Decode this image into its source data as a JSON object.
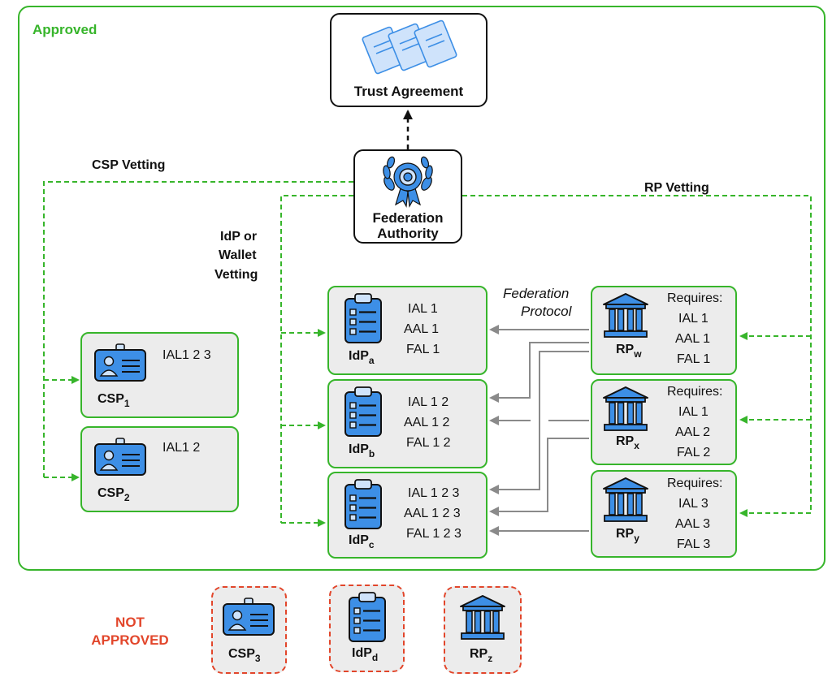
{
  "frame": {
    "approved_label": "Approved",
    "not_approved_label": "NOT APPROVED"
  },
  "trust": {
    "title": "Trust Agreement"
  },
  "federation": {
    "title_line1": "Federation",
    "title_line2": "Authority"
  },
  "vetting": {
    "csp": "CSP Vetting",
    "rp": "RP Vetting",
    "idp_line1": "IdP or",
    "idp_line2": "Wallet",
    "idp_line3": "Vetting"
  },
  "protocol": {
    "line1": "Federation",
    "line2": "Protocol"
  },
  "csps": [
    {
      "base": "CSP",
      "sub": "1",
      "levels": "IAL1 2 3"
    },
    {
      "base": "CSP",
      "sub": "2",
      "levels": "IAL1 2"
    }
  ],
  "idps": [
    {
      "base": "IdP",
      "sub": "a",
      "ial": "IAL 1",
      "aal": "AAL 1",
      "fal": "FAL 1"
    },
    {
      "base": "IdP",
      "sub": "b",
      "ial": "IAL 1 2",
      "aal": "AAL 1 2",
      "fal": "FAL 1 2"
    },
    {
      "base": "IdP",
      "sub": "c",
      "ial": "IAL 1 2 3",
      "aal": "AAL 1 2 3",
      "fal": "FAL 1 2 3"
    }
  ],
  "rps": [
    {
      "base": "RP",
      "sub": "w",
      "requires": "Requires:",
      "ial": "IAL 1",
      "aal": "AAL 1",
      "fal": "FAL 1"
    },
    {
      "base": "RP",
      "sub": "x",
      "requires": "Requires:",
      "ial": "IAL 1",
      "aal": "AAL 2",
      "fal": "FAL 2"
    },
    {
      "base": "RP",
      "sub": "y",
      "requires": "Requires:",
      "ial": "IAL 3",
      "aal": "AAL 3",
      "fal": "FAL 3"
    }
  ],
  "not_approved": [
    {
      "base": "CSP",
      "sub": "3"
    },
    {
      "base": "IdP",
      "sub": "d"
    },
    {
      "base": "RP",
      "sub": "z"
    }
  ],
  "colors": {
    "approved": "#37b52b",
    "not_approved": "#e2462b",
    "icon": "#3d8fe6",
    "protocol_line": "#8a8a8a"
  },
  "icons": {
    "trust": "document-stack-icon",
    "federation": "laurel-medal-icon",
    "csp": "id-badge-icon",
    "idp": "clipboard-list-icon",
    "rp": "institution-building-icon"
  }
}
